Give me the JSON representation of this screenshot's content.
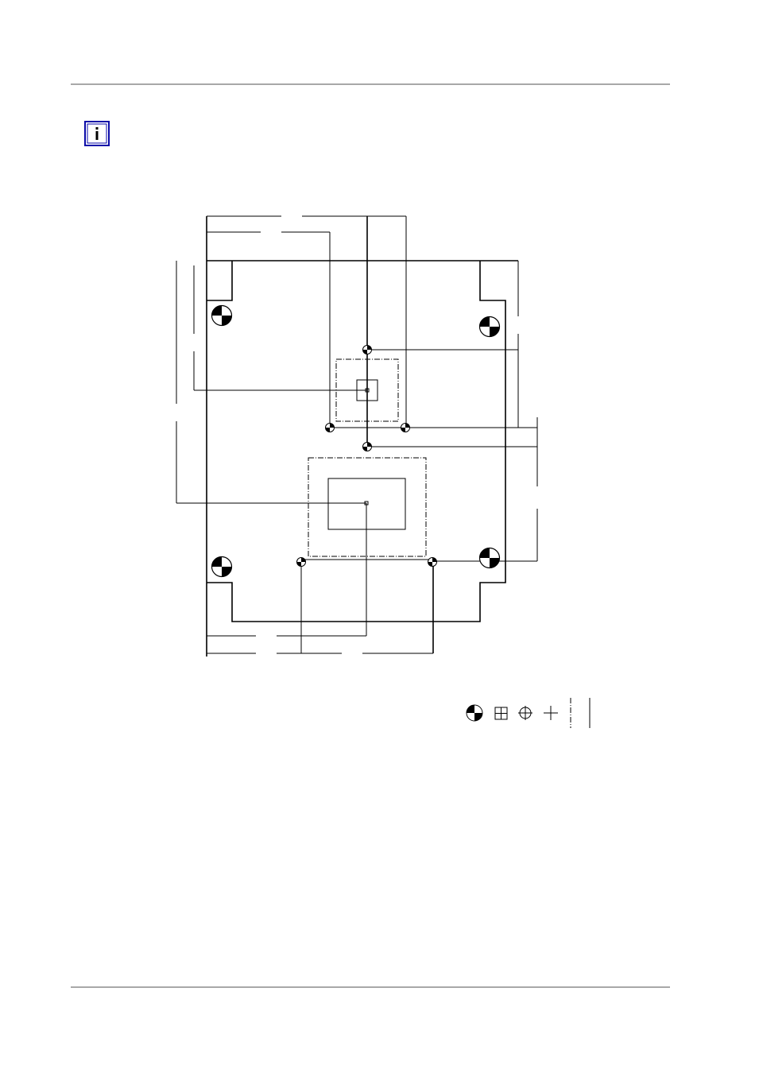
{
  "page": {
    "info_icon": "info-icon",
    "colors": {
      "accent": "#0a0aa8",
      "rule": "#a8a8a8",
      "ink": "#000000"
    }
  },
  "drawing": {
    "type": "mechanical-mounting-drawing",
    "symbols": [
      "datum-target-icon",
      "grid-square-icon",
      "circle-cross-icon",
      "plus-icon",
      "dash-dot-line",
      "solid-line"
    ]
  }
}
